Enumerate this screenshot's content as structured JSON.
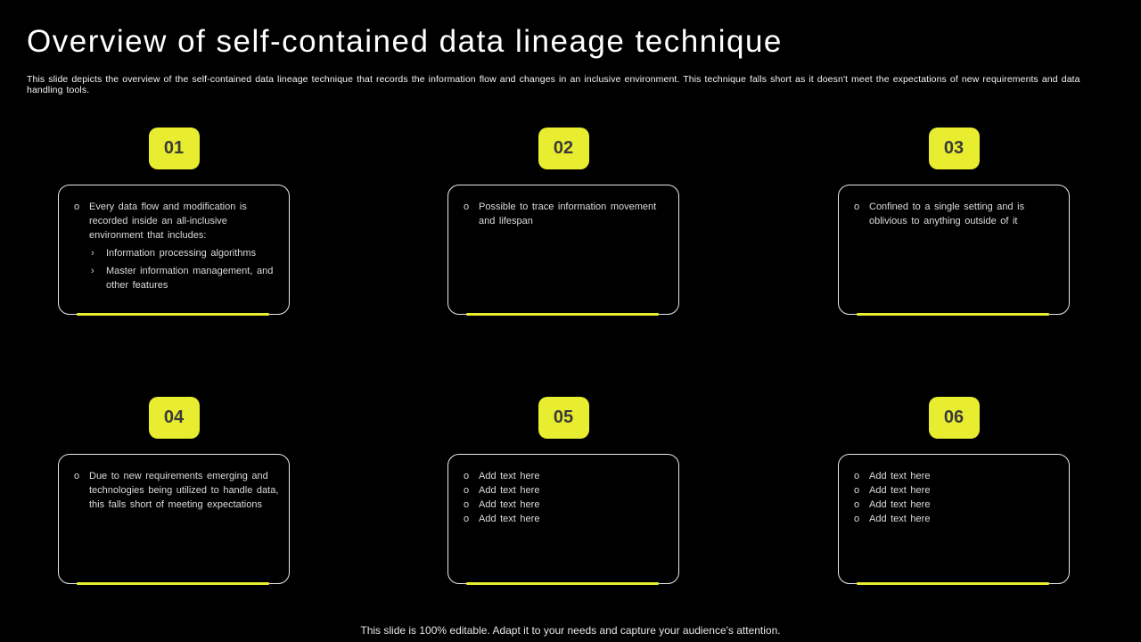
{
  "slide": {
    "title": "Overview of self-contained data lineage technique",
    "subtitle": "This slide depicts the overview of the self-contained data lineage technique that records the information flow and changes in an inclusive environment. This technique falls short as it doesn't meet the expectations of new requirements and data handling tools.",
    "footer": "This slide is 100% editable. Adapt it to your needs and capture your audience's attention."
  },
  "colors": {
    "background": "#000000",
    "accent_yellow": "#e9ed2f",
    "card_border": "#e8e8e8",
    "body_text": "#dcdcdc",
    "badge_text": "#3a3a3a"
  },
  "cards": [
    {
      "number": "01",
      "bullets": [
        {
          "text": "Every data flow and modification is recorded inside an all-inclusive environment that includes:",
          "sub": [
            "Information processing algorithms",
            "Master information management, and other features"
          ]
        }
      ]
    },
    {
      "number": "02",
      "bullets": [
        {
          "text": "Possible to trace information movement and lifespan",
          "sub": []
        }
      ]
    },
    {
      "number": "03",
      "bullets": [
        {
          "text": "Confined to a single setting and is oblivious to anything outside of it",
          "sub": []
        }
      ]
    },
    {
      "number": "04",
      "bullets": [
        {
          "text": "Due to new requirements emerging and technologies being utilized to handle data, this falls short of meeting expectations",
          "sub": []
        }
      ]
    },
    {
      "number": "05",
      "bullets": [
        {
          "text": "Add text here",
          "sub": []
        },
        {
          "text": "Add text here",
          "sub": []
        },
        {
          "text": "Add text here",
          "sub": []
        },
        {
          "text": "Add text here",
          "sub": []
        }
      ]
    },
    {
      "number": "06",
      "bullets": [
        {
          "text": "Add text here",
          "sub": []
        },
        {
          "text": "Add text here",
          "sub": []
        },
        {
          "text": "Add text here",
          "sub": []
        },
        {
          "text": "Add text here",
          "sub": []
        }
      ]
    }
  ]
}
